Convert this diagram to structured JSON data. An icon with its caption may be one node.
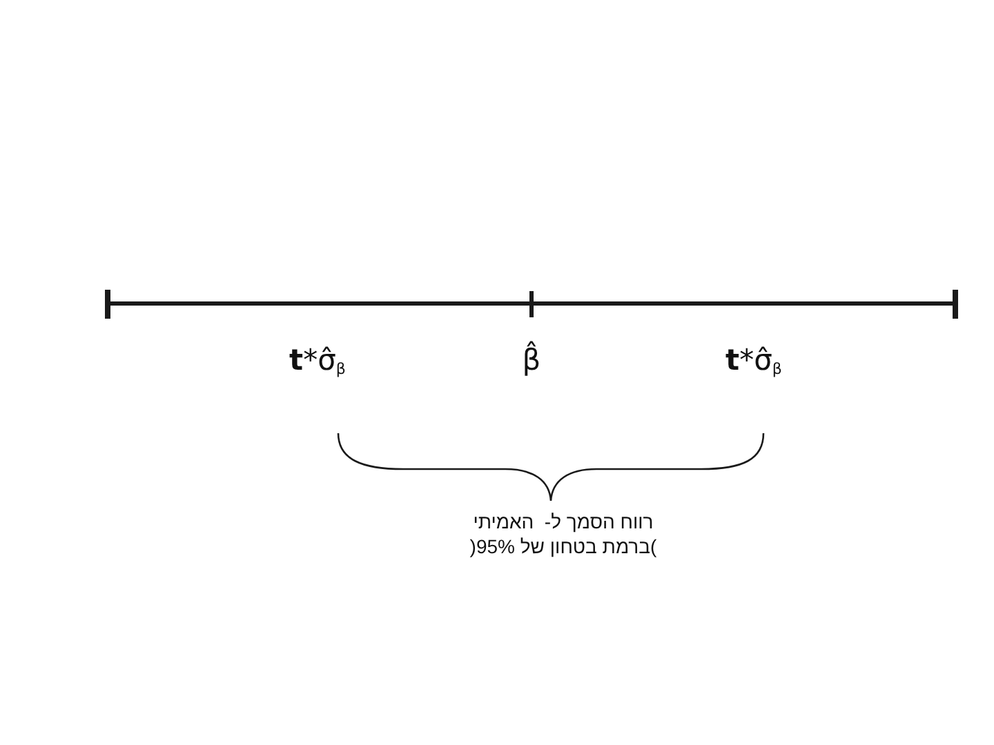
{
  "diagram": {
    "labels": [
      "**t***σ̂$_{β}$",
      "β̂",
      "**t***σ̂$_{β}$",
      "רווח הסמך ל-  האמיתי )ברמת בטחון של 95%("
    ]
  }
}
